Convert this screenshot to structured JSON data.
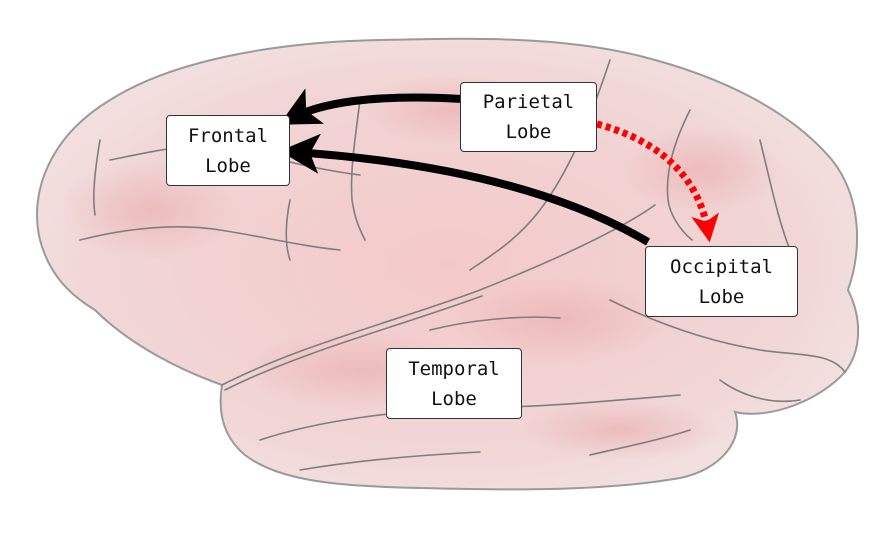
{
  "lobes": {
    "frontal": {
      "line1": "Frontal",
      "line2": "Lobe"
    },
    "parietal": {
      "line1": "Parietal",
      "line2": "Lobe"
    },
    "occipital": {
      "line1": "Occipital",
      "line2": "Lobe"
    },
    "temporal": {
      "line1": "Temporal",
      "line2": "Lobe"
    }
  },
  "connections": [
    {
      "from": "Parietal Lobe",
      "to": "Frontal Lobe",
      "style": "solid",
      "color": "#000000"
    },
    {
      "from": "Occipital Lobe",
      "to": "Frontal Lobe",
      "style": "solid",
      "color": "#000000"
    },
    {
      "from": "Parietal Lobe",
      "to": "Occipital Lobe",
      "style": "dashed",
      "color": "#ff0000"
    }
  ]
}
